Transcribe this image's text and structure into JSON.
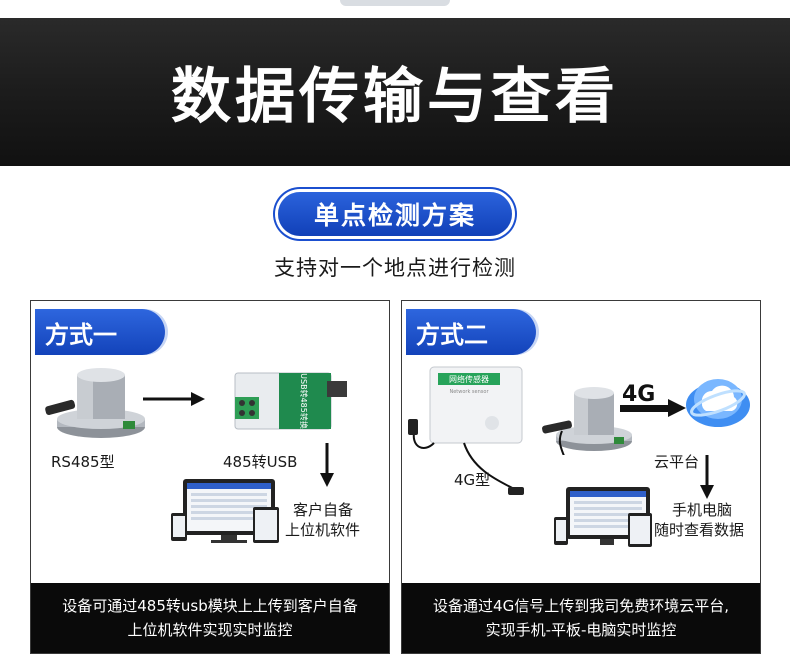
{
  "header": {
    "title": "数据传输与查看"
  },
  "section": {
    "badge": "单点检测方案",
    "subtitle": "支持对一个地点进行检测"
  },
  "panel1": {
    "tab": "方式一",
    "sensor_label": "RS485型",
    "converter_label": "485转USB",
    "converter_text": "USB转485转换",
    "software_label_1": "客户自备",
    "software_label_2": "上位机软件",
    "caption_line1": "设备可通过485转usb模块上上传到客户自备",
    "caption_line2": "上位机软件实现实时监控"
  },
  "panel2": {
    "tab": "方式二",
    "device_text": "网络传感器",
    "device_subtext": "Network sensor",
    "device_label": "4G型",
    "signal_label": "4G",
    "cloud_label": "云平台",
    "terminal_label_1": "手机电脑",
    "terminal_label_2": "随时查看数据",
    "caption_line1": "设备通过4G信号上传到我司免费环境云平台,",
    "caption_line2": "实现手机-平板-电脑实时监控"
  },
  "colors": {
    "accent_blue": "#1b4fcf",
    "banner_dark": "#1c1c1c",
    "caption_black": "#0a0a0a"
  }
}
